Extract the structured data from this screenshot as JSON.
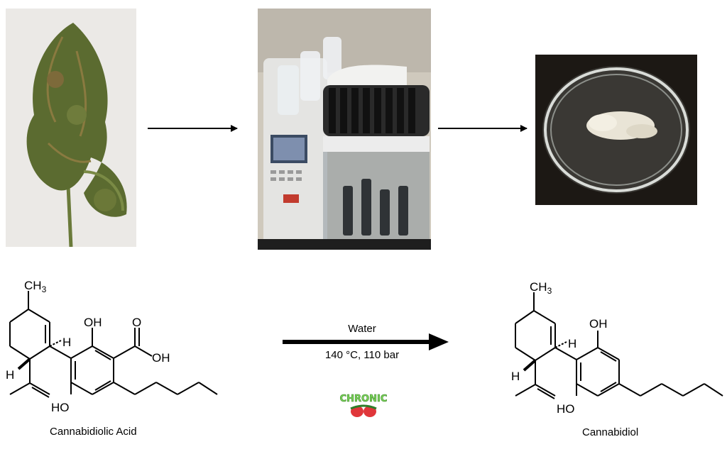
{
  "reaction": {
    "reagent": "Water",
    "conditions": "140 °C, 110 bar"
  },
  "reactant": {
    "name": "Cannabidiolic Acid",
    "atoms": {
      "methyl": "CH3",
      "h_top": "H",
      "h_bottom": "H",
      "oh_top": "OH",
      "carboxyl_o": "O",
      "carboxyl_oh": "OH",
      "oh_bottom": "HO"
    }
  },
  "product": {
    "name": "Cannabidiol",
    "atoms": {
      "methyl": "CH3",
      "h_top": "H",
      "h_bottom": "H",
      "oh_top": "OH",
      "oh_bottom": "HO"
    }
  },
  "watermark_text": "CHRONIC",
  "colors": {
    "arrow": "#000000",
    "watermark_green": "#7bd35a",
    "watermark_red": "#e0363a"
  }
}
